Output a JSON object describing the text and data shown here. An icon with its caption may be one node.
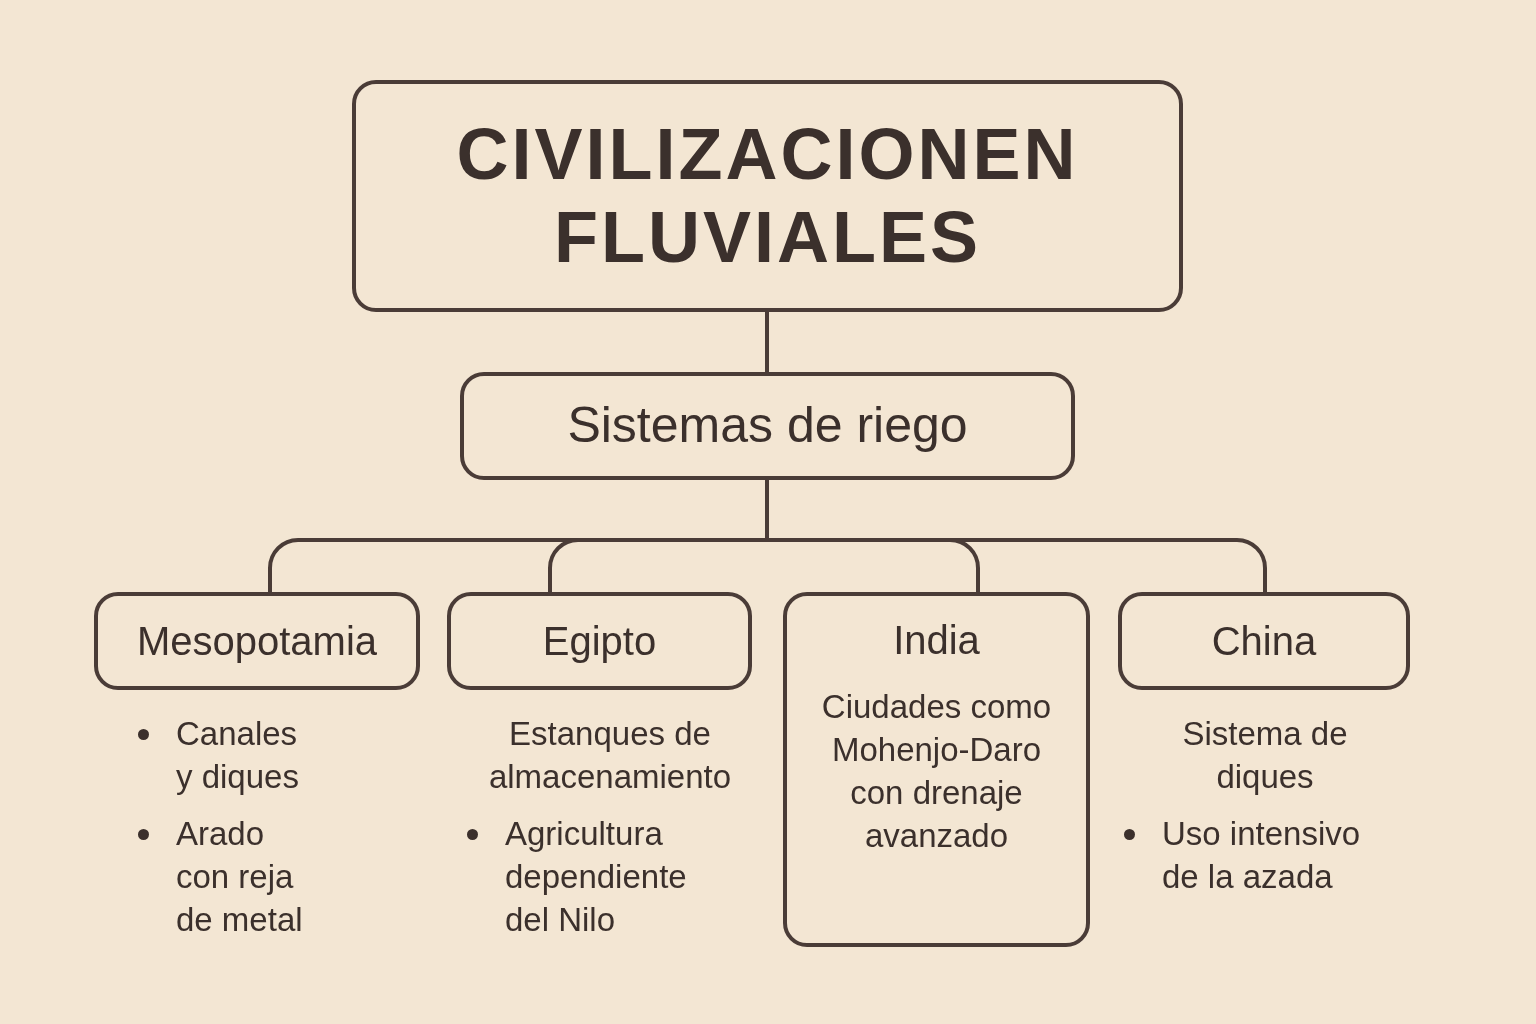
{
  "diagram": {
    "nodes": [
      {
        "text": [
          "CIVILIZACIONEN FLUVIALES"
        ]
      },
      {
        "text": [
          "Sistemas de riego"
        ]
      },
      {
        "text": [
          "Mesopotamia"
        ],
        "beside": [
          "Canales y diques",
          "Arado con reja de metal"
        ]
      },
      {
        "text": [
          "Egipto"
        ],
        "beside": [
          "Estanques de almacenamiento",
          "Agricultura dependiente del Nilo"
        ]
      },
      {
        "text": [
          "India",
          "Ciudades como Mohenjo-Daro con drenaje avanzado"
        ]
      },
      {
        "text": [
          "China"
        ],
        "beside": [
          "Sistema de diques",
          "Uso intensivo de la azada"
        ]
      }
    ],
    "edges": [
      {
        "from": 0,
        "to": 1,
        "arrow": "none"
      },
      {
        "from": 1,
        "to": 2,
        "arrow": "none"
      },
      {
        "from": 1,
        "to": 3,
        "arrow": "none"
      },
      {
        "from": 1,
        "to": 4,
        "arrow": "none"
      },
      {
        "from": 1,
        "to": 5,
        "arrow": "none"
      }
    ]
  }
}
